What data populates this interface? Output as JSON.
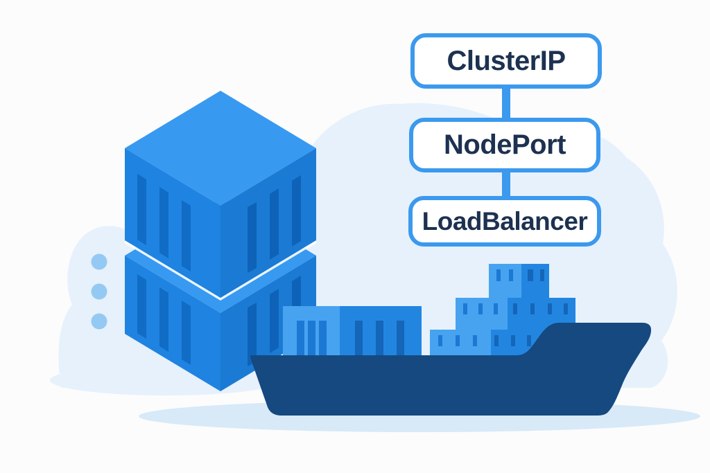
{
  "service_boxes": [
    {
      "label": "ClusterIP"
    },
    {
      "label": "NodePort"
    },
    {
      "label": "LoadBalancer"
    }
  ],
  "illustration": {
    "left_icon": "stacked-isometric-shipping-containers",
    "bottom_icon": "cargo-container-ship",
    "decoration": [
      "cloud-backdrop",
      "ellipsis-dots",
      "water-shadow"
    ]
  },
  "colors": {
    "bg": "#fcfcfd",
    "accent": "#3b99ee",
    "text": "#1d3150",
    "box_fill": "#ffffff",
    "cloud": "#e6f1fb",
    "water": "#d8e9f8",
    "dots": "#94c9f4",
    "face_top": "#3899f0",
    "face_left": "#1f83e1",
    "face_right": "#1b7ad4",
    "stripe_left": "#106cc4",
    "stripe_right": "#0e63b8",
    "deck_light": "#47a3f0",
    "deck_dark": "#2286e1",
    "deck_stripe_light": "#1b78d3",
    "deck_stripe_dark": "#1565b8",
    "hull": "#15497f"
  }
}
